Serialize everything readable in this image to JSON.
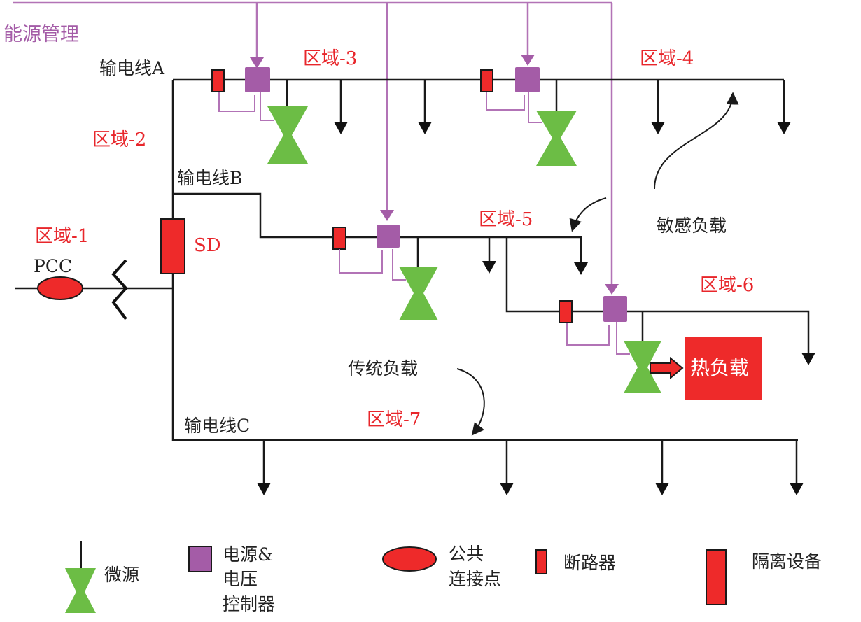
{
  "title_label": "能源管理",
  "feeders": {
    "a": "输电线A",
    "b": "输电线B",
    "c": "输电线C"
  },
  "zones": [
    "区域-1",
    "区域-2",
    "区域-3",
    "区域-4",
    "区域-5",
    "区域-6",
    "区域-7"
  ],
  "pcc_label": "PCC",
  "sd_label": "SD",
  "annotations": {
    "sensitive_load": "敏感负载",
    "conventional_load": "传统负载",
    "thermal_load": "热负载"
  },
  "legend": [
    {
      "key": "micro-source",
      "lines": [
        "微源"
      ]
    },
    {
      "key": "power-voltage-controller",
      "lines": [
        "电源&",
        "电压",
        "控制器"
      ]
    },
    {
      "key": "pcc",
      "lines": [
        "公共",
        "连接点"
      ]
    },
    {
      "key": "breaker",
      "lines": [
        "断路器"
      ]
    },
    {
      "key": "isolation-device",
      "lines": [
        "隔离设备"
      ]
    }
  ],
  "colors": {
    "control_line": "#b273b6",
    "controller": "#a45ca7",
    "micro_source": "#6cbd45",
    "breaker": "#ee2a2a",
    "zone_label": "#e8262b",
    "wire": "#1a1a1a"
  }
}
